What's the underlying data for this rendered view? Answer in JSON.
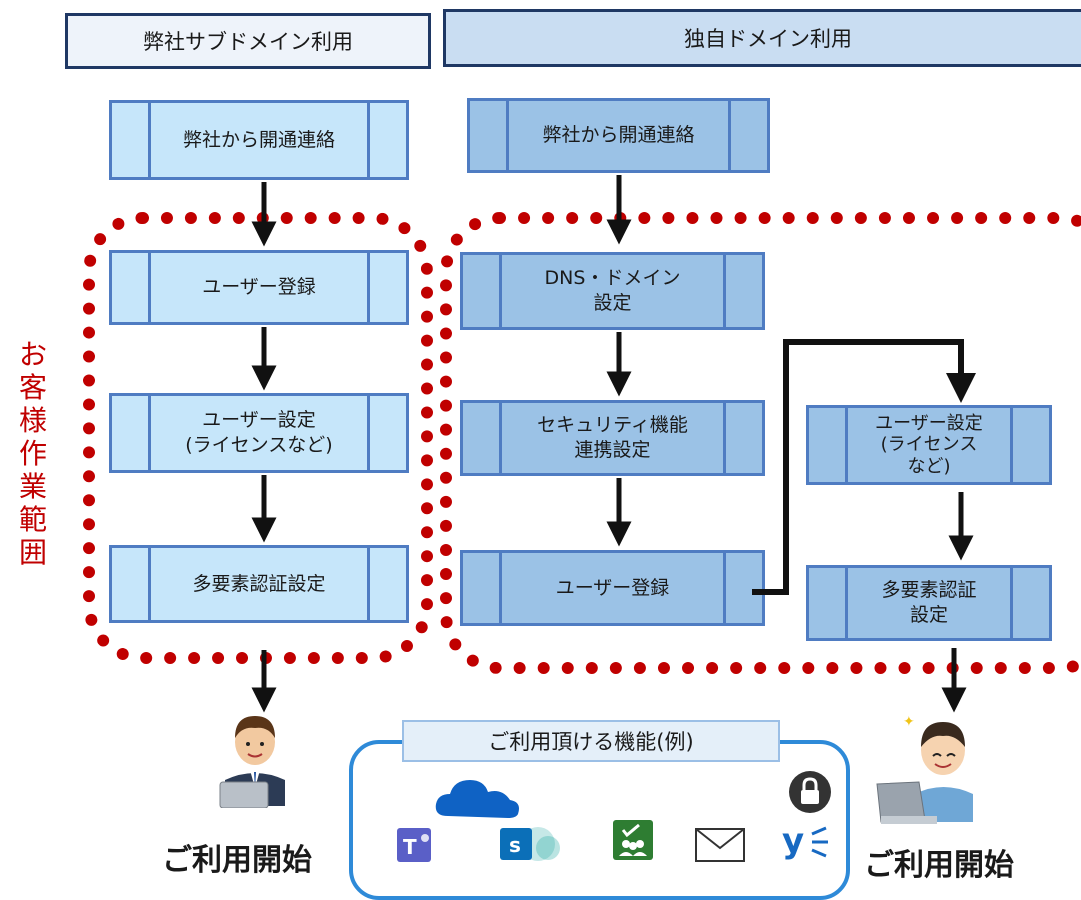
{
  "headers": {
    "left": "弊社サブドメイン利用",
    "right": "独自ドメイン利用"
  },
  "side_label": [
    "お",
    "客",
    "様",
    "作",
    "業",
    "範",
    "囲"
  ],
  "left_flow": {
    "notify": "弊社から開通連絡",
    "user_register": "ユーザー登録",
    "user_settings": "ユーザー設定\n(ライセンスなど)",
    "mfa": "多要素認証設定"
  },
  "right_flow": {
    "notify": "弊社から開通連絡",
    "dns": "DNS・ドメイン\n設定",
    "security": "セキュリティ機能\n連携設定",
    "user_register": "ユーザー登録",
    "user_settings": "ユーザー設定\n(ライセンス\nなど)",
    "mfa": "多要素認証\n設定"
  },
  "start_label_left": "ご利用開始",
  "start_label_right": "ご利用開始",
  "features": {
    "title": "ご利用頂ける機能(例)",
    "icons": [
      "teams-icon",
      "onedrive-icon",
      "sharepoint-icon",
      "planner-icon",
      "mail-icon",
      "yammer-icon",
      "lock-icon"
    ]
  },
  "colors": {
    "region_border": "#c00000",
    "box_light": "#c6e6fa",
    "box_medium": "#9bc2e6",
    "box_border": "#4f7cc2",
    "header_border": "#1f3864",
    "panel_border": "#2e8ad8"
  }
}
